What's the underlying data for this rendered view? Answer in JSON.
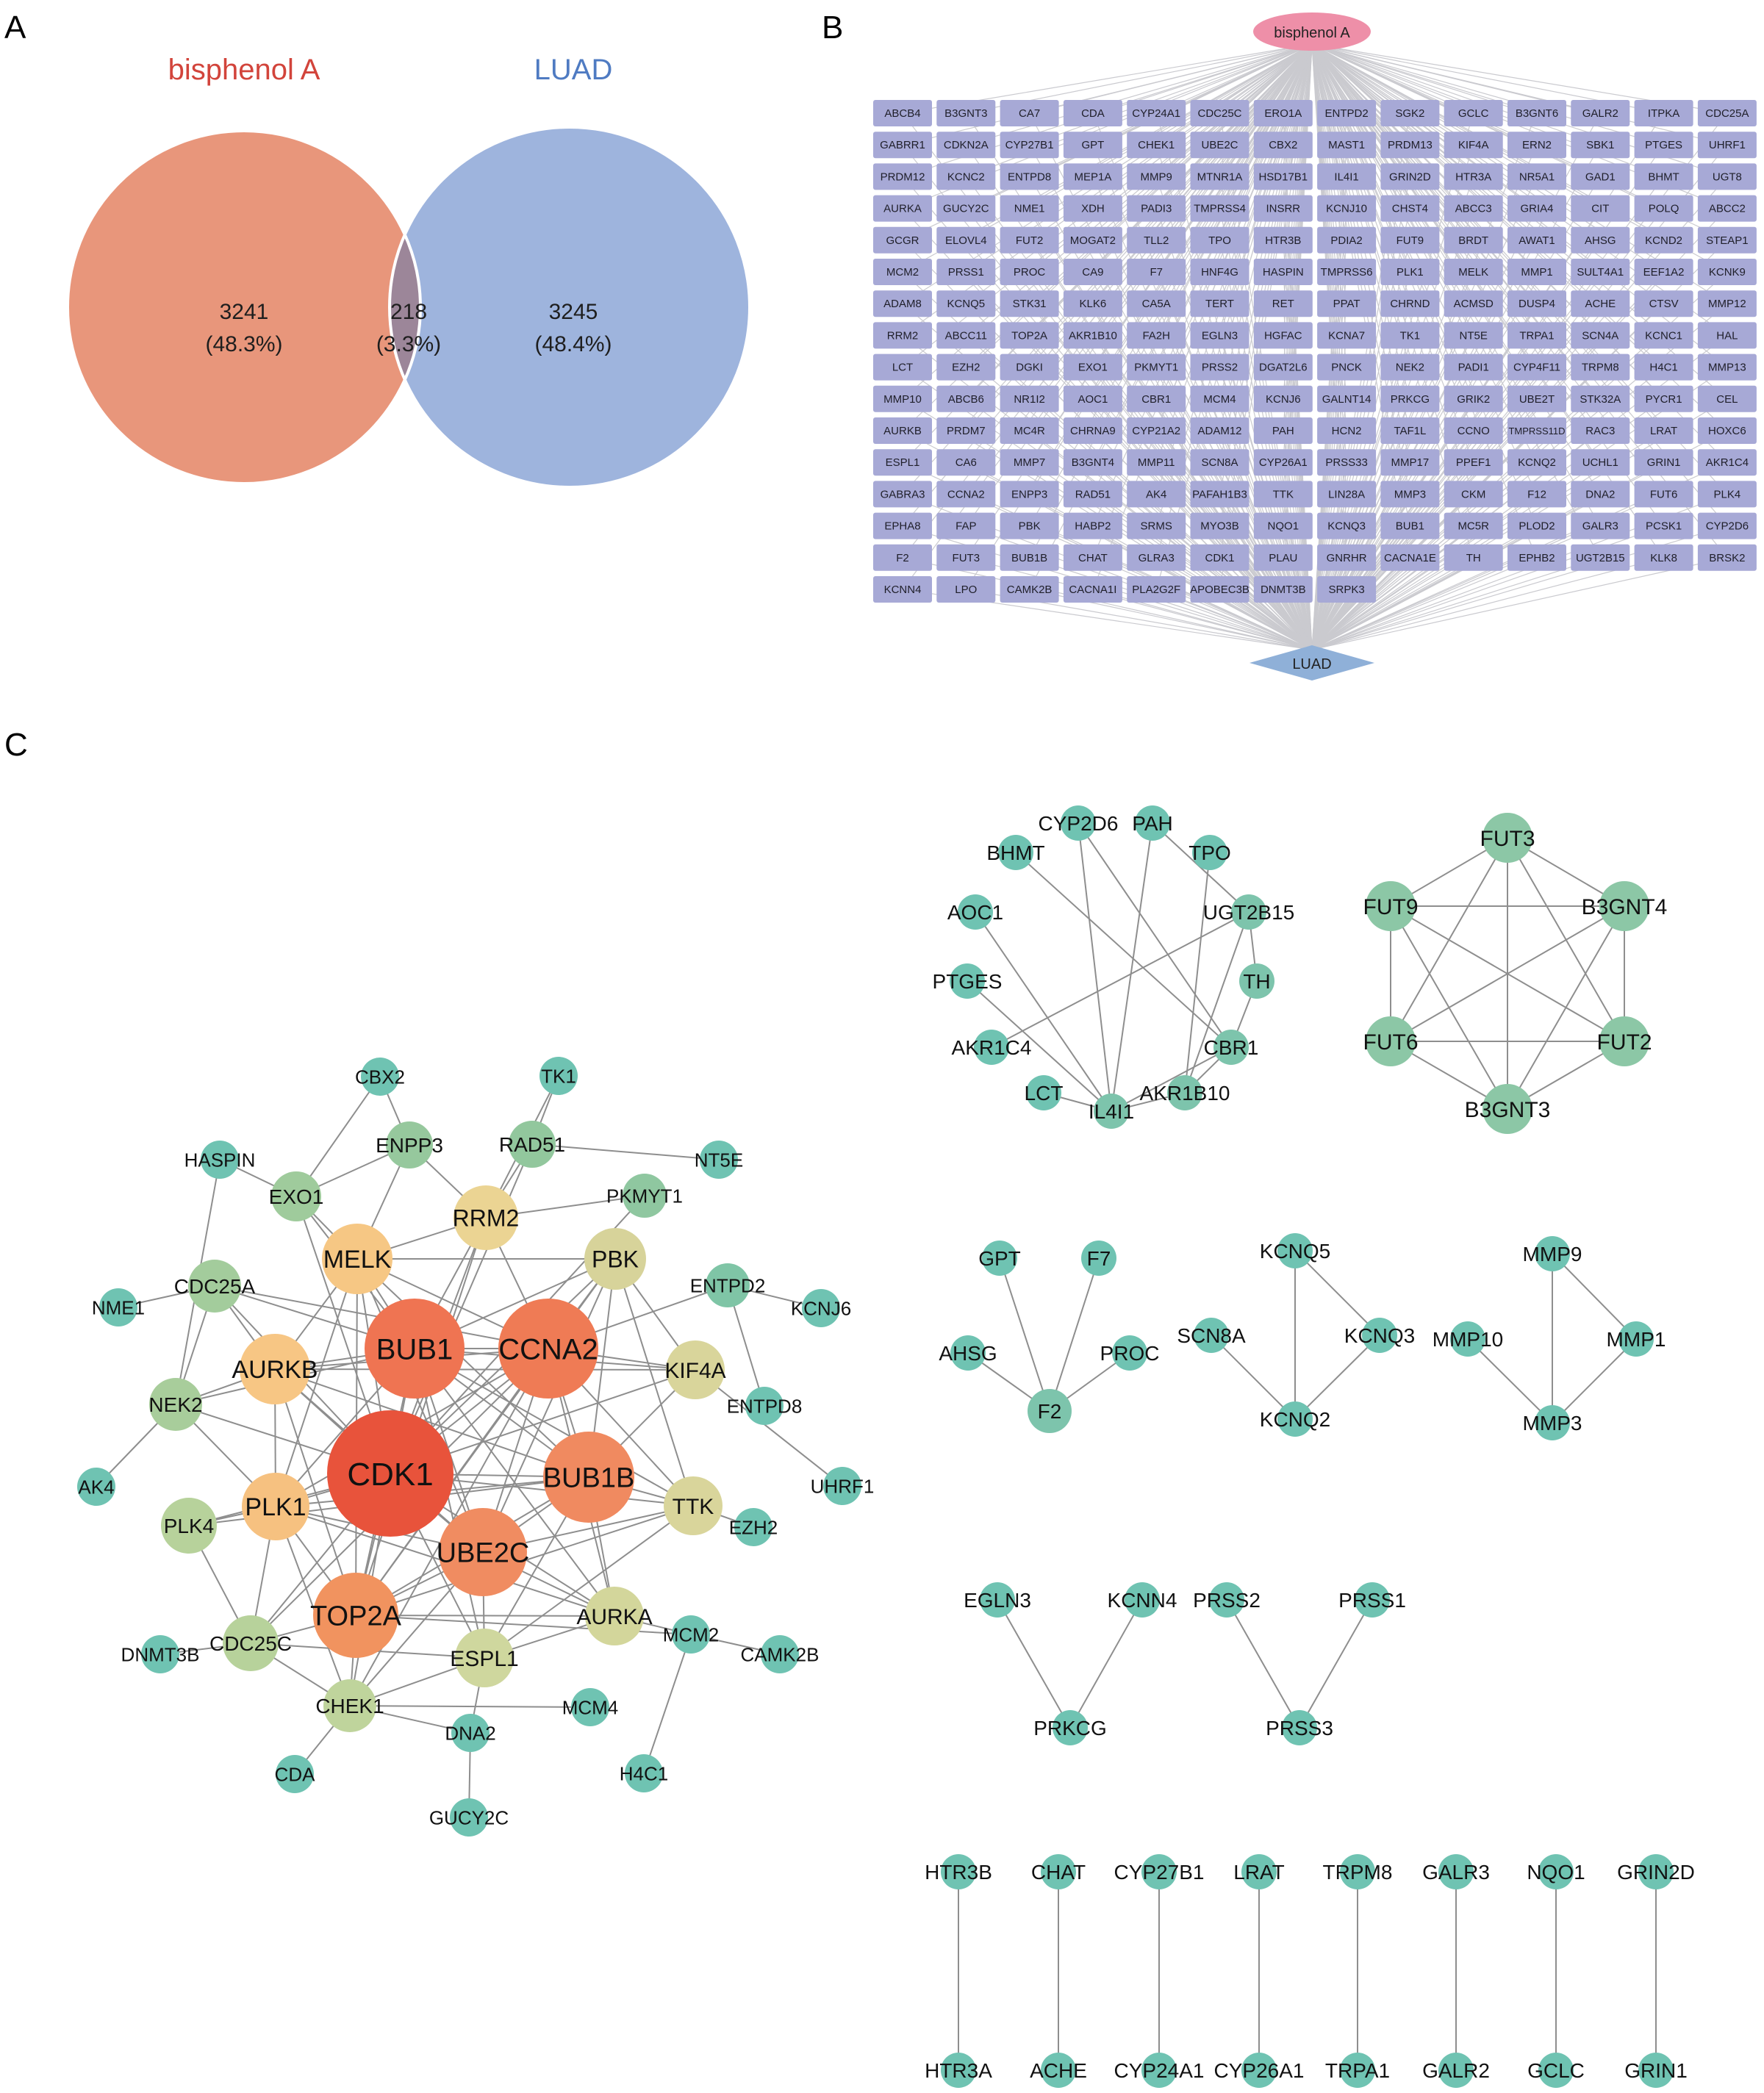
{
  "panel_labels": [
    "A",
    "B",
    "C"
  ],
  "venn": {
    "left_label": "bisphenol A",
    "right_label": "LUAD",
    "left_only_count": "3241",
    "left_only_pct": "(48.3%)",
    "overlap_count": "218",
    "overlap_pct": "(3.3%)",
    "right_only_count": "3245",
    "right_only_pct": "(48.4%)",
    "colors": {
      "left": "#E8967B",
      "right": "#9EB4DD",
      "overlap": "#9C8699",
      "left_label": "#D2443B",
      "right_label": "#4F7BC2"
    }
  },
  "panel_b": {
    "top_node": "bisphenol A",
    "bottom_node": "LUAD",
    "colors": {
      "top": "#EE8FA8",
      "bottom": "#8FB0D8",
      "gene": "#A7A9D6",
      "edge": "#C9C9CF"
    },
    "gene_rows": [
      [
        "ABCB4",
        "B3GNT3",
        "CA7",
        "CDA",
        "CYP24A1",
        "CDC25C",
        "ERO1A",
        "ENTPD2",
        "SGK2",
        "GCLC",
        "B3GNT6",
        "GALR2",
        "ITPKA",
        "CDC25A"
      ],
      [
        "GABRR1",
        "CDKN2A",
        "CYP27B1",
        "GPT",
        "CHEK1",
        "UBE2C",
        "CBX2",
        "MAST1",
        "PRDM13",
        "KIF4A",
        "ERN2",
        "SBK1",
        "PTGES",
        "UHRF1"
      ],
      [
        "PRDM12",
        "KCNC2",
        "ENTPD8",
        "MEP1A",
        "MMP9",
        "MTNR1A",
        "HSD17B1",
        "IL4I1",
        "GRIN2D",
        "HTR3A",
        "NR5A1",
        "GAD1",
        "BHMT",
        "UGT8"
      ],
      [
        "AURKA",
        "GUCY2C",
        "NME1",
        "XDH",
        "PADI3",
        "TMPRSS4",
        "INSRR",
        "KCNJ10",
        "CHST4",
        "ABCC3",
        "GRIA4",
        "CIT",
        "POLQ",
        "ABCC2"
      ],
      [
        "GCGR",
        "ELOVL4",
        "FUT2",
        "MOGAT2",
        "TLL2",
        "TPO",
        "HTR3B",
        "PDIA2",
        "FUT9",
        "BRDT",
        "AWAT1",
        "AHSG",
        "KCND2",
        "STEAP1"
      ],
      [
        "MCM2",
        "PRSS1",
        "PROC",
        "CA9",
        "F7",
        "HNF4G",
        "HASPIN",
        "TMPRSS6",
        "PLK1",
        "MELK",
        "MMP1",
        "SULT4A1",
        "EEF1A2",
        "KCNK9"
      ],
      [
        "ADAM8",
        "KCNQ5",
        "STK31",
        "KLK6",
        "CA5A",
        "TERT",
        "RET",
        "PPAT",
        "CHRND",
        "ACMSD",
        "DUSP4",
        "ACHE",
        "CTSV",
        "MMP12"
      ],
      [
        "RRM2",
        "ABCC11",
        "TOP2A",
        "AKR1B10",
        "FA2H",
        "EGLN3",
        "HGFAC",
        "KCNA7",
        "TK1",
        "NT5E",
        "TRPA1",
        "SCN4A",
        "KCNC1",
        "HAL"
      ],
      [
        "LCT",
        "EZH2",
        "DGKI",
        "EXO1",
        "PKMYT1",
        "PRSS2",
        "DGAT2L6",
        "PNCK",
        "NEK2",
        "PADI1",
        "CYP4F11",
        "TRPM8",
        "H4C1",
        "MMP13"
      ],
      [
        "MMP10",
        "ABCB6",
        "NR1I2",
        "AOC1",
        "CBR1",
        "MCM4",
        "KCNJ6",
        "GALNT14",
        "PRKCG",
        "GRIK2",
        "UBE2T",
        "STK32A",
        "PYCR1",
        "CEL"
      ],
      [
        "AURKB",
        "PRDM7",
        "MC4R",
        "CHRNA9",
        "CYP21A2",
        "ADAM12",
        "PAH",
        "HCN2",
        "TAF1L",
        "CCNO",
        "TMPRSS11D",
        "RAC3",
        "LRAT",
        "HOXC6"
      ],
      [
        "ESPL1",
        "CA6",
        "MMP7",
        "B3GNT4",
        "MMP11",
        "SCN8A",
        "CYP26A1",
        "PRSS33",
        "MMP17",
        "PPEF1",
        "KCNQ2",
        "UCHL1",
        "GRIN1",
        "AKR1C4"
      ],
      [
        "GABRA3",
        "CCNA2",
        "ENPP3",
        "RAD51",
        "AK4",
        "PAFAH1B3",
        "TTK",
        "LIN28A",
        "MMP3",
        "CKM",
        "F12",
        "DNA2",
        "FUT6",
        "PLK4"
      ],
      [
        "EPHA8",
        "FAP",
        "PBK",
        "HABP2",
        "SRMS",
        "MYO3B",
        "NQO1",
        "KCNQ3",
        "BUB1",
        "MC5R",
        "PLOD2",
        "GALR3",
        "PCSK1",
        "CYP2D6"
      ],
      [
        "F2",
        "FUT3",
        "BUB1B",
        "CHAT",
        "GLRA3",
        "CDK1",
        "PLAU",
        "GNRHR",
        "CACNA1E",
        "TH",
        "EPHB2",
        "UGT2B15",
        "KLK8",
        "BRSK2"
      ],
      [
        "KCNN4",
        "LPO",
        "CAMK2B",
        "CACNA1I",
        "PLA2G2F",
        "APOBEC3B",
        "DNMT3B",
        "SRPK3"
      ]
    ]
  },
  "panel_c": {
    "colors": {
      "edge": "#8E8E8E",
      "leaf": "#6FC3B2"
    },
    "hub_network": {
      "nodes": [
        {
          "id": "CDK1",
          "color": "#E8533B"
        },
        {
          "id": "BUB1",
          "color": "#EF7452"
        },
        {
          "id": "CCNA2",
          "color": "#EF7B55"
        },
        {
          "id": "BUB1B",
          "color": "#F08A60"
        },
        {
          "id": "UBE2C",
          "color": "#F08C61"
        },
        {
          "id": "TOP2A",
          "color": "#F1935F"
        },
        {
          "id": "MELK",
          "color": "#F6C784"
        },
        {
          "id": "AURKB",
          "color": "#F7C684"
        },
        {
          "id": "PLK1",
          "color": "#F6C180"
        },
        {
          "id": "RRM2",
          "color": "#EBD493"
        },
        {
          "id": "PBK",
          "color": "#D7D39A"
        },
        {
          "id": "KIF4A",
          "color": "#D9D59B"
        },
        {
          "id": "TTK",
          "color": "#D9D59B"
        },
        {
          "id": "AURKA",
          "color": "#D3D69B"
        },
        {
          "id": "ESPL1",
          "color": "#CFD79E"
        },
        {
          "id": "CHEK1",
          "color": "#BFD49C"
        },
        {
          "id": "CDC25C",
          "color": "#B7D29B"
        },
        {
          "id": "PLK4",
          "color": "#B7D29B"
        },
        {
          "id": "NEK2",
          "color": "#A8CD9B"
        },
        {
          "id": "CDC25A",
          "color": "#A3CC9C"
        },
        {
          "id": "EXO1",
          "color": "#9FCB9C"
        },
        {
          "id": "ENPP3",
          "color": "#96C89D"
        },
        {
          "id": "RAD51",
          "color": "#92C79D"
        },
        {
          "id": "PKMYT1",
          "color": "#8FC7A0"
        },
        {
          "id": "ENTPD2",
          "color": "#7FC5A6"
        },
        {
          "id": "CBX2",
          "color": "#6FC3B2"
        },
        {
          "id": "TK1",
          "color": "#6FC3B2"
        },
        {
          "id": "HASPIN",
          "color": "#6FC3B2"
        },
        {
          "id": "NT5E",
          "color": "#6FC3B2"
        },
        {
          "id": "NME1",
          "color": "#6FC3B2"
        },
        {
          "id": "KCNJ6",
          "color": "#6FC3B2"
        },
        {
          "id": "ENTPD8",
          "color": "#6FC3B2"
        },
        {
          "id": "AK4",
          "color": "#6FC3B2"
        },
        {
          "id": "UHRF1",
          "color": "#6FC3B2"
        },
        {
          "id": "EZH2",
          "color": "#6FC3B2"
        },
        {
          "id": "MCM2",
          "color": "#6FC3B2"
        },
        {
          "id": "CAMK2B",
          "color": "#6FC3B2"
        },
        {
          "id": "DNMT3B",
          "color": "#6FC3B2"
        },
        {
          "id": "MCM4",
          "color": "#6FC3B2"
        },
        {
          "id": "DNA2",
          "color": "#6FC3B2"
        },
        {
          "id": "CDA",
          "color": "#6FC3B2"
        },
        {
          "id": "H4C1",
          "color": "#6FC3B2"
        },
        {
          "id": "GUCY2C",
          "color": "#6FC3B2"
        }
      ],
      "edges": [
        [
          "CDK1",
          "BUB1"
        ],
        [
          "CDK1",
          "CCNA2"
        ],
        [
          "CDK1",
          "BUB1B"
        ],
        [
          "CDK1",
          "UBE2C"
        ],
        [
          "CDK1",
          "TOP2A"
        ],
        [
          "CDK1",
          "MELK"
        ],
        [
          "CDK1",
          "AURKB"
        ],
        [
          "CDK1",
          "PLK1"
        ],
        [
          "CDK1",
          "RRM2"
        ],
        [
          "CDK1",
          "PBK"
        ],
        [
          "CDK1",
          "KIF4A"
        ],
        [
          "CDK1",
          "TTK"
        ],
        [
          "CDK1",
          "AURKA"
        ],
        [
          "CDK1",
          "ESPL1"
        ],
        [
          "CDK1",
          "CHEK1"
        ],
        [
          "CDK1",
          "CDC25C"
        ],
        [
          "CDK1",
          "PLK4"
        ],
        [
          "CDK1",
          "NEK2"
        ],
        [
          "CDK1",
          "CDC25A"
        ],
        [
          "CDK1",
          "EXO1"
        ],
        [
          "CDK1",
          "PKMYT1"
        ],
        [
          "CDK1",
          "RAD51"
        ],
        [
          "BUB1",
          "CCNA2"
        ],
        [
          "BUB1",
          "BUB1B"
        ],
        [
          "BUB1",
          "UBE2C"
        ],
        [
          "BUB1",
          "TOP2A"
        ],
        [
          "BUB1",
          "MELK"
        ],
        [
          "BUB1",
          "AURKB"
        ],
        [
          "BUB1",
          "PLK1"
        ],
        [
          "BUB1",
          "RRM2"
        ],
        [
          "BUB1",
          "PBK"
        ],
        [
          "BUB1",
          "KIF4A"
        ],
        [
          "BUB1",
          "TTK"
        ],
        [
          "BUB1",
          "AURKA"
        ],
        [
          "BUB1",
          "ESPL1"
        ],
        [
          "BUB1",
          "CDC25A"
        ],
        [
          "BUB1",
          "NEK2"
        ],
        [
          "BUB1",
          "EXO1"
        ],
        [
          "CCNA2",
          "BUB1B"
        ],
        [
          "CCNA2",
          "UBE2C"
        ],
        [
          "CCNA2",
          "TOP2A"
        ],
        [
          "CCNA2",
          "MELK"
        ],
        [
          "CCNA2",
          "AURKB"
        ],
        [
          "CCNA2",
          "PLK1"
        ],
        [
          "CCNA2",
          "RRM2"
        ],
        [
          "CCNA2",
          "PBK"
        ],
        [
          "CCNA2",
          "KIF4A"
        ],
        [
          "CCNA2",
          "TTK"
        ],
        [
          "CCNA2",
          "AURKA"
        ],
        [
          "CCNA2",
          "CHEK1"
        ],
        [
          "CCNA2",
          "CDC25C"
        ],
        [
          "CCNA2",
          "CDC25A"
        ],
        [
          "CCNA2",
          "ENTPD2"
        ],
        [
          "BUB1B",
          "UBE2C"
        ],
        [
          "BUB1B",
          "TOP2A"
        ],
        [
          "BUB1B",
          "MELK"
        ],
        [
          "BUB1B",
          "AURKB"
        ],
        [
          "BUB1B",
          "PLK1"
        ],
        [
          "BUB1B",
          "PBK"
        ],
        [
          "BUB1B",
          "KIF4A"
        ],
        [
          "BUB1B",
          "TTK"
        ],
        [
          "BUB1B",
          "AURKA"
        ],
        [
          "BUB1B",
          "ESPL1"
        ],
        [
          "BUB1B",
          "PLK4"
        ],
        [
          "UBE2C",
          "TOP2A"
        ],
        [
          "UBE2C",
          "MELK"
        ],
        [
          "UBE2C",
          "AURKB"
        ],
        [
          "UBE2C",
          "PLK1"
        ],
        [
          "UBE2C",
          "PBK"
        ],
        [
          "UBE2C",
          "TTK"
        ],
        [
          "UBE2C",
          "AURKA"
        ],
        [
          "UBE2C",
          "ESPL1"
        ],
        [
          "UBE2C",
          "CHEK1"
        ],
        [
          "TOP2A",
          "MELK"
        ],
        [
          "TOP2A",
          "AURKB"
        ],
        [
          "TOP2A",
          "PLK1"
        ],
        [
          "TOP2A",
          "RRM2"
        ],
        [
          "TOP2A",
          "PBK"
        ],
        [
          "TOP2A",
          "TTK"
        ],
        [
          "TOP2A",
          "AURKA"
        ],
        [
          "TOP2A",
          "CHEK1"
        ],
        [
          "TOP2A",
          "CDC25C"
        ],
        [
          "TOP2A",
          "MCM2"
        ],
        [
          "MELK",
          "AURKB"
        ],
        [
          "MELK",
          "PLK1"
        ],
        [
          "MELK",
          "PBK"
        ],
        [
          "MELK",
          "RRM2"
        ],
        [
          "MELK",
          "EXO1"
        ],
        [
          "MELK",
          "ENPP3"
        ],
        [
          "AURKB",
          "PLK1"
        ],
        [
          "AURKB",
          "NEK2"
        ],
        [
          "AURKB",
          "CDC25A"
        ],
        [
          "AURKB",
          "KIF4A"
        ],
        [
          "PLK1",
          "PLK4"
        ],
        [
          "PLK1",
          "CDC25C"
        ],
        [
          "PLK1",
          "AURKA"
        ],
        [
          "PLK1",
          "NEK2"
        ],
        [
          "PLK1",
          "CHEK1"
        ],
        [
          "RRM2",
          "RAD51"
        ],
        [
          "RRM2",
          "ENPP3"
        ],
        [
          "RRM2",
          "TK1"
        ],
        [
          "RRM2",
          "PKMYT1"
        ],
        [
          "PBK",
          "KIF4A"
        ],
        [
          "PBK",
          "TTK"
        ],
        [
          "TTK",
          "ESPL1"
        ],
        [
          "TTK",
          "EZH2"
        ],
        [
          "AURKA",
          "ESPL1"
        ],
        [
          "AURKA",
          "MCM2"
        ],
        [
          "ESPL1",
          "CDC25C"
        ],
        [
          "ESPL1",
          "CHEK1"
        ],
        [
          "ESPL1",
          "DNA2"
        ],
        [
          "CHEK1",
          "CDC25C"
        ],
        [
          "CHEK1",
          "CDA"
        ],
        [
          "CHEK1",
          "MCM4"
        ],
        [
          "CHEK1",
          "DNA2"
        ],
        [
          "CDC25C",
          "DNMT3B"
        ],
        [
          "CDC25C",
          "PLK4"
        ],
        [
          "NEK2",
          "AK4"
        ],
        [
          "NEK2",
          "CDC25A"
        ],
        [
          "CDC25A",
          "NME1"
        ],
        [
          "EXO1",
          "HASPIN"
        ],
        [
          "EXO1",
          "CBX2"
        ],
        [
          "ENPP3",
          "CBX2"
        ],
        [
          "ENPP3",
          "EXO1"
        ],
        [
          "RAD51",
          "TK1"
        ],
        [
          "RAD51",
          "NT5E"
        ],
        [
          "ENTPD2",
          "KCNJ6"
        ],
        [
          "ENTPD2",
          "ENTPD8"
        ],
        [
          "KIF4A",
          "UHRF1"
        ],
        [
          "MCM2",
          "CAMK2B"
        ],
        [
          "MCM2",
          "H4C1"
        ],
        [
          "DNA2",
          "GUCY2C"
        ],
        [
          "HASPIN",
          "NEK2"
        ]
      ]
    },
    "cluster_a": {
      "nodes": [
        "CYP2D6",
        "PAH",
        "TPO",
        "BHMT",
        "UGT2B15",
        "AOC1",
        "TH",
        "PTGES",
        "CBR1",
        "AKR1C4",
        "AKR1B10",
        "LCT",
        "IL4I1"
      ],
      "edges": [
        [
          "CYP2D6",
          "IL4I1"
        ],
        [
          "CYP2D6",
          "CBR1"
        ],
        [
          "PAH",
          "IL4I1"
        ],
        [
          "PAH",
          "UGT2B15"
        ],
        [
          "TPO",
          "AKR1B10"
        ],
        [
          "BHMT",
          "CBR1"
        ],
        [
          "UGT2B15",
          "AKR1C4"
        ],
        [
          "UGT2B15",
          "AKR1B10"
        ],
        [
          "UGT2B15",
          "TH"
        ],
        [
          "AOC1",
          "IL4I1"
        ],
        [
          "TH",
          "CBR1"
        ],
        [
          "PTGES",
          "IL4I1"
        ],
        [
          "CBR1",
          "AKR1B10"
        ],
        [
          "CBR1",
          "IL4I1"
        ],
        [
          "LCT",
          "IL4I1"
        ],
        [
          "AKR1B10",
          "IL4I1"
        ]
      ]
    },
    "cluster_b": {
      "nodes": [
        "FUT3",
        "B3GNT4",
        "FUT2",
        "B3GNT3",
        "FUT6",
        "FUT9"
      ],
      "edges": [
        [
          "FUT3",
          "B3GNT4"
        ],
        [
          "FUT3",
          "FUT2"
        ],
        [
          "FUT3",
          "B3GNT3"
        ],
        [
          "FUT3",
          "FUT6"
        ],
        [
          "FUT3",
          "FUT9"
        ],
        [
          "B3GNT4",
          "FUT2"
        ],
        [
          "B3GNT4",
          "B3GNT3"
        ],
        [
          "B3GNT4",
          "FUT6"
        ],
        [
          "B3GNT4",
          "FUT9"
        ],
        [
          "FUT2",
          "B3GNT3"
        ],
        [
          "FUT2",
          "FUT6"
        ],
        [
          "FUT2",
          "FUT9"
        ],
        [
          "B3GNT3",
          "FUT6"
        ],
        [
          "B3GNT3",
          "FUT9"
        ],
        [
          "FUT6",
          "FUT9"
        ]
      ]
    },
    "cluster_f2": {
      "nodes": [
        "GPT",
        "F7",
        "AHSG",
        "PROC",
        "F2"
      ],
      "edges": [
        [
          "GPT",
          "F2"
        ],
        [
          "F7",
          "F2"
        ],
        [
          "AHSG",
          "F2"
        ],
        [
          "PROC",
          "F2"
        ]
      ]
    },
    "cluster_kcnq": {
      "nodes": [
        "KCNQ5",
        "SCN8A",
        "KCNQ3",
        "KCNQ2"
      ],
      "edges": [
        [
          "KCNQ5",
          "KCNQ3"
        ],
        [
          "KCNQ5",
          "KCNQ2"
        ],
        [
          "SCN8A",
          "KCNQ2"
        ],
        [
          "KCNQ3",
          "KCNQ2"
        ]
      ]
    },
    "cluster_mmp": {
      "nodes": [
        "MMP9",
        "MMP10",
        "MMP1",
        "MMP3"
      ],
      "edges": [
        [
          "MMP9",
          "MMP1"
        ],
        [
          "MMP9",
          "MMP3"
        ],
        [
          "MMP10",
          "MMP3"
        ],
        [
          "MMP1",
          "MMP3"
        ]
      ]
    },
    "cluster_prkcg": {
      "nodes": [
        "EGLN3",
        "KCNN4",
        "PRKCG"
      ],
      "edges": [
        [
          "EGLN3",
          "PRKCG"
        ],
        [
          "KCNN4",
          "PRKCG"
        ]
      ]
    },
    "cluster_prss": {
      "nodes": [
        "PRSS2",
        "PRSS1",
        "PRSS3"
      ],
      "edges": [
        [
          "PRSS2",
          "PRSS3"
        ],
        [
          "PRSS1",
          "PRSS3"
        ]
      ]
    },
    "pairs": [
      [
        "HTR3B",
        "HTR3A"
      ],
      [
        "CHAT",
        "ACHE"
      ],
      [
        "CYP27B1",
        "CYP24A1"
      ],
      [
        "LRAT",
        "CYP26A1"
      ],
      [
        "TRPM8",
        "TRPA1"
      ],
      [
        "GALR3",
        "GALR2"
      ],
      [
        "NQO1",
        "GCLC"
      ],
      [
        "GRIN2D",
        "GRIN1"
      ]
    ]
  }
}
